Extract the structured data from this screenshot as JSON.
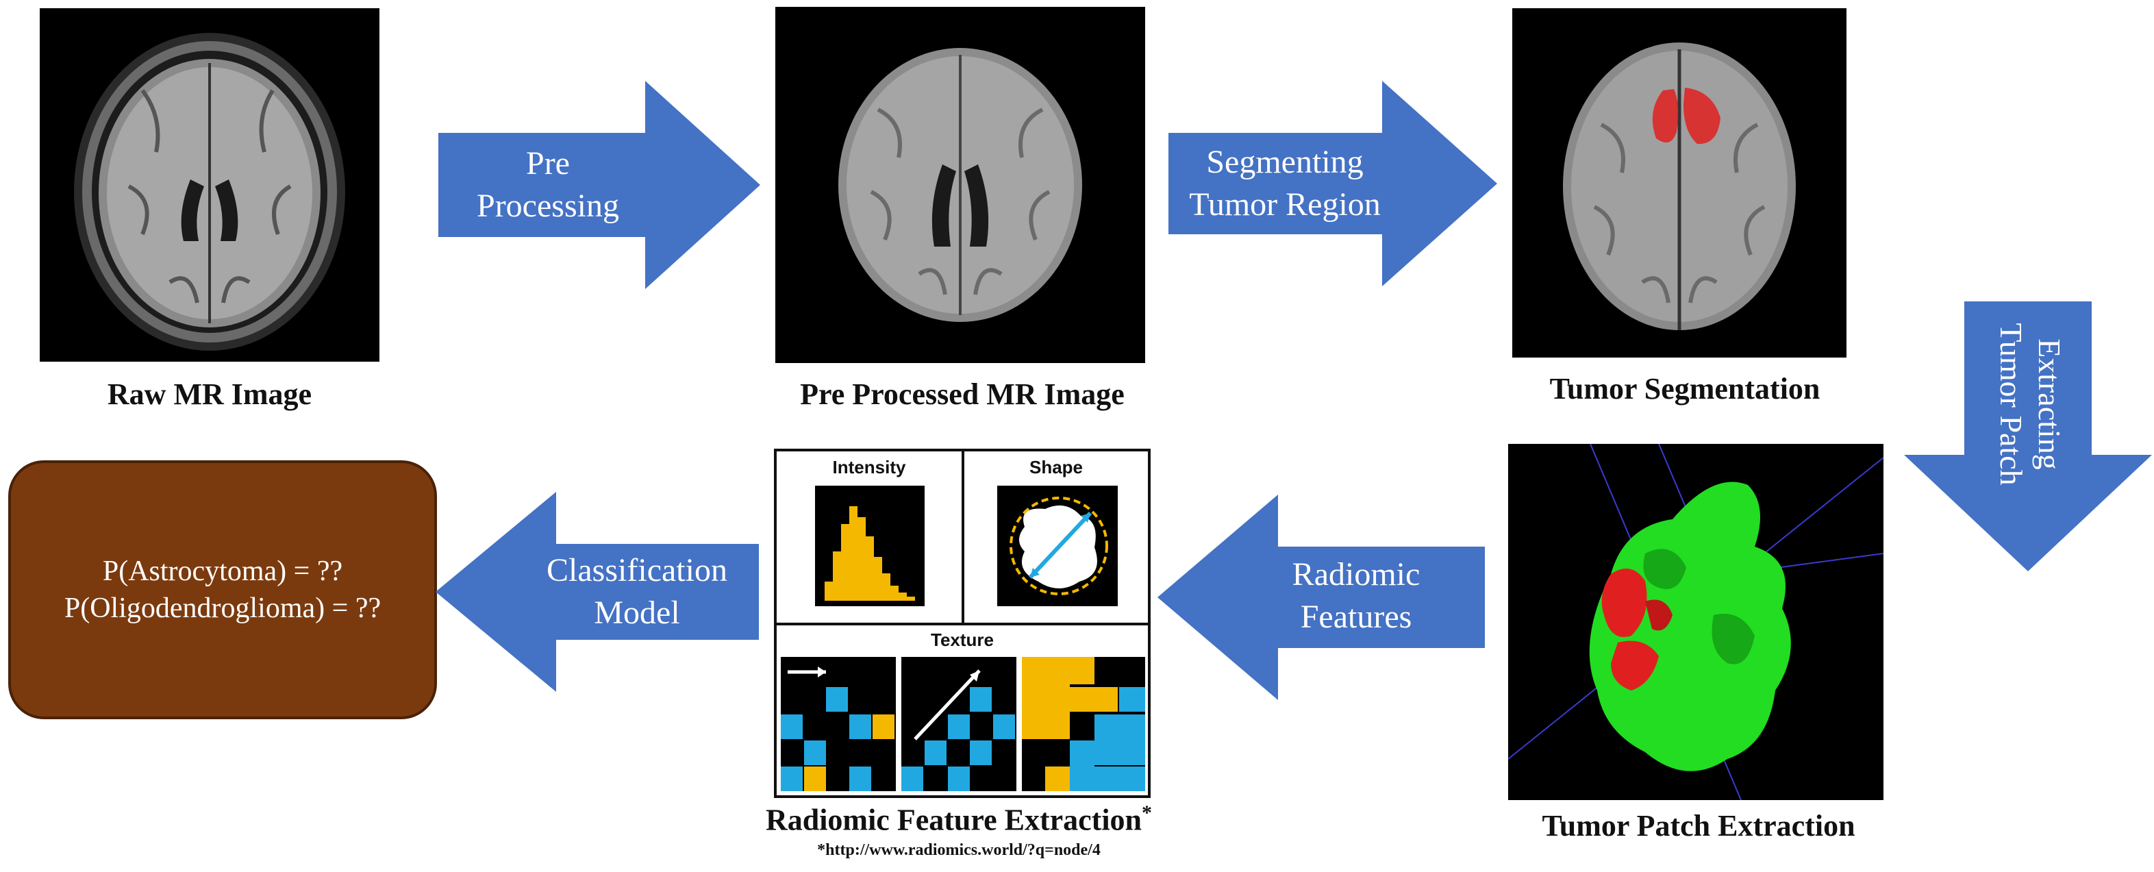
{
  "captions": {
    "raw": "Raw MR Image",
    "preprocessed": "Pre Processed MR Image",
    "segmentation": "Tumor Segmentation",
    "patch": "Tumor Patch Extraction",
    "radiomic": "Radiomic Feature Extraction",
    "radiomic_mark": "*",
    "footnote": "*http://www.radiomics.world/?q=node/4"
  },
  "arrows": {
    "preprocessing": [
      "Pre",
      "Processing"
    ],
    "segmenting": [
      "Segmenting",
      "Tumor Region"
    ],
    "extracting": [
      "Extracting",
      "Tumor Patch"
    ],
    "radiomic_features": [
      "Radiomic",
      "Features"
    ],
    "classification": [
      "Classification",
      "Model"
    ]
  },
  "feature_panel": {
    "intensity": "Intensity",
    "shape": "Shape",
    "texture": "Texture"
  },
  "result": {
    "line1": "P(Astrocytoma) = ??",
    "line2": "P(Oligodendroglioma) = ??"
  },
  "colors": {
    "arrow": "#4472c4",
    "result_box": "#7b3a0e",
    "tumor_red": "#e02020",
    "tumor_green": "#22dd22",
    "texture_orange": "#f5b800",
    "texture_blue": "#22a8e0"
  }
}
